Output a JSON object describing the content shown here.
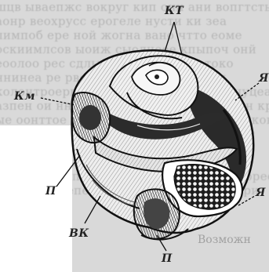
{
  "labels": {
    "kt": "КТ",
    "ya_top": "Я",
    "km": "Км",
    "p_left": "П",
    "vk": "ВК",
    "p_bottom": "П",
    "ya_right": "Я"
  },
  "background_text": "Возможн",
  "colors": {
    "ink": "#1d1d1d",
    "shell_light": "#f2f2f2",
    "background": "#d9d9d9"
  }
}
